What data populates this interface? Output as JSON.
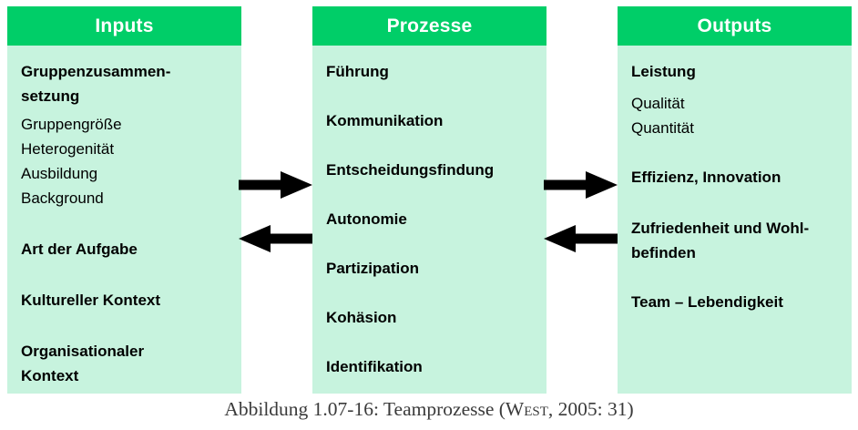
{
  "colors": {
    "header_bg": "#00CE68",
    "body_bg": "#C7F3DE",
    "header_text": "#FFFFFF",
    "body_text": "#000000",
    "arrow": "#000000",
    "caption_text": "#3A3A3A"
  },
  "columns": [
    {
      "title": "Inputs",
      "items": [
        {
          "text": "Gruppenzusammen-\nsetzung",
          "bold": true
        },
        {
          "text": "Gruppengröße\nHeterogenität\nAusbildung\nBackground",
          "bold": false
        },
        {
          "text": "Art der Aufgabe",
          "bold": true
        },
        {
          "text": "Kultureller Kontext",
          "bold": true
        },
        {
          "text": "Organisationaler\nKontext",
          "bold": true
        }
      ]
    },
    {
      "title": "Prozesse",
      "items": [
        {
          "text": "Führung",
          "bold": true
        },
        {
          "text": "Kommunikation",
          "bold": true
        },
        {
          "text": "Entscheidungsfindung",
          "bold": true
        },
        {
          "text": "Autonomie",
          "bold": true
        },
        {
          "text": "Partizipation",
          "bold": true
        },
        {
          "text": "Kohäsion",
          "bold": true
        },
        {
          "text": "Identifikation",
          "bold": true
        }
      ]
    },
    {
      "title": "Outputs",
      "items": [
        {
          "text": "Leistung",
          "bold": true
        },
        {
          "text": "Qualität\nQuantität",
          "bold": false
        },
        {
          "text": "Effizienz, Innovation",
          "bold": true
        },
        {
          "text": "Zufriedenheit und Wohl-\nbefinden",
          "bold": true
        },
        {
          "text": "Team – Lebendigkeit",
          "bold": true
        }
      ]
    }
  ],
  "arrows": [
    {
      "name": "inputs-to-prozesse",
      "direction": "right"
    },
    {
      "name": "prozesse-to-inputs",
      "direction": "left"
    },
    {
      "name": "prozesse-to-outputs",
      "direction": "right"
    },
    {
      "name": "outputs-to-prozesse",
      "direction": "left"
    }
  ],
  "caption": {
    "prefix": "Abbildung 1.07-16: Teamprozesse (",
    "author": "West",
    "suffix": ", 2005: 31)"
  }
}
